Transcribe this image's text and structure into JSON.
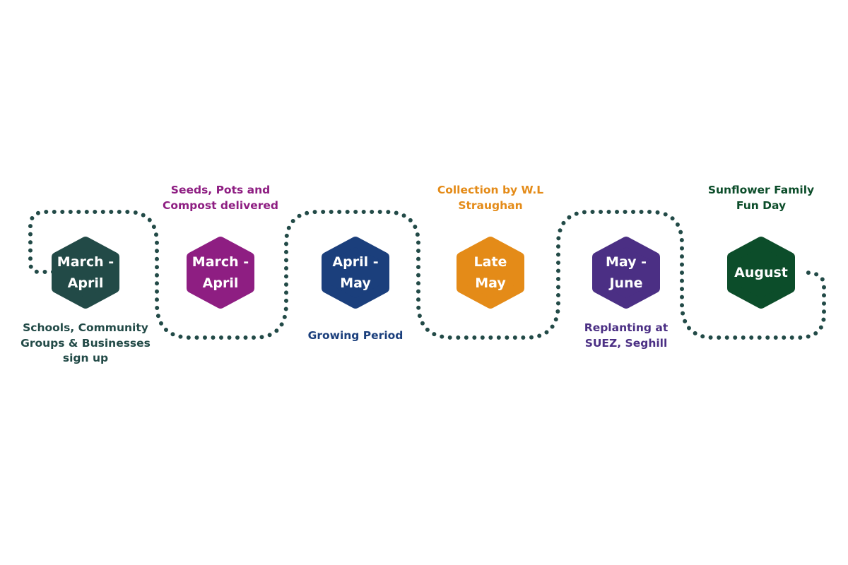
{
  "colors": {
    "path": "#224a47"
  },
  "steps": [
    {
      "period": [
        "March -",
        "April"
      ],
      "label": "Schools, Community Groups & Businesses sign up",
      "label_position": "below",
      "color": "#224a47"
    },
    {
      "period": [
        "March -",
        "April"
      ],
      "label": "Seeds, Pots and Compost delivered",
      "label_position": "above",
      "color": "#8e1e82"
    },
    {
      "period": [
        "April -",
        "May"
      ],
      "label": "Growing Period",
      "label_position": "below",
      "color": "#1b3f7c"
    },
    {
      "period": [
        "Late",
        "May"
      ],
      "label": "Collection by W.L Straughan",
      "label_position": "above",
      "color": "#e48b18"
    },
    {
      "period": [
        "May -",
        "June"
      ],
      "label": "Replanting at SUEZ, Seghill",
      "label_position": "below",
      "color": "#4b2f84"
    },
    {
      "period": [
        "August"
      ],
      "label": "Sunflower Family Fun Day",
      "label_position": "above",
      "color": "#0c4d2a"
    }
  ]
}
